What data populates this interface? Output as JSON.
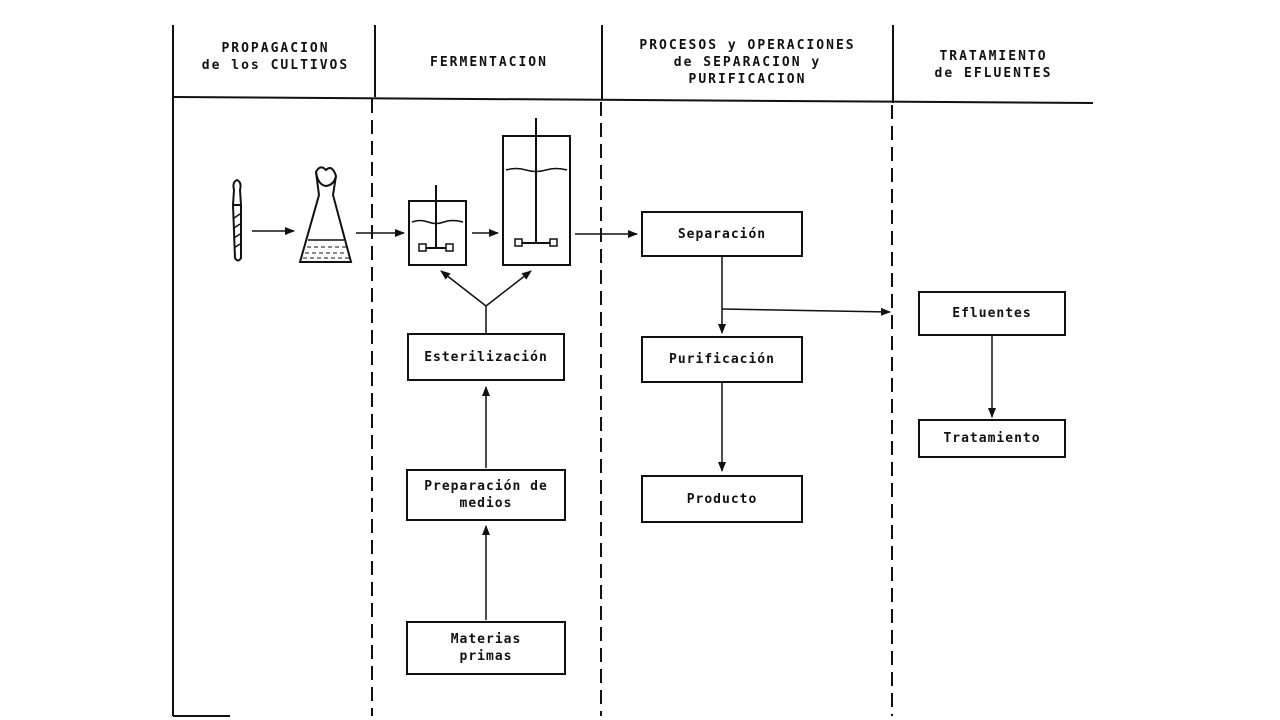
{
  "headers": {
    "col1": [
      "PROPAGACION",
      "de los CULTIVOS"
    ],
    "col2": [
      "FERMENTACION"
    ],
    "col3": [
      "PROCESOS y OPERACIONES",
      "de SEPARACION y",
      "PURIFICACION"
    ],
    "col4": [
      "TRATAMIENTO",
      "de EFLUENTES"
    ]
  },
  "boxes": {
    "esterilizacion": "Esterilización",
    "preparacion": [
      "Preparación de",
      "medios"
    ],
    "materias": [
      "Materias",
      "primas"
    ],
    "separacion": "Separación",
    "purificacion": "Purificación",
    "producto": "Producto",
    "efluentes": "Efluentes",
    "tratamiento": "Tratamiento"
  }
}
